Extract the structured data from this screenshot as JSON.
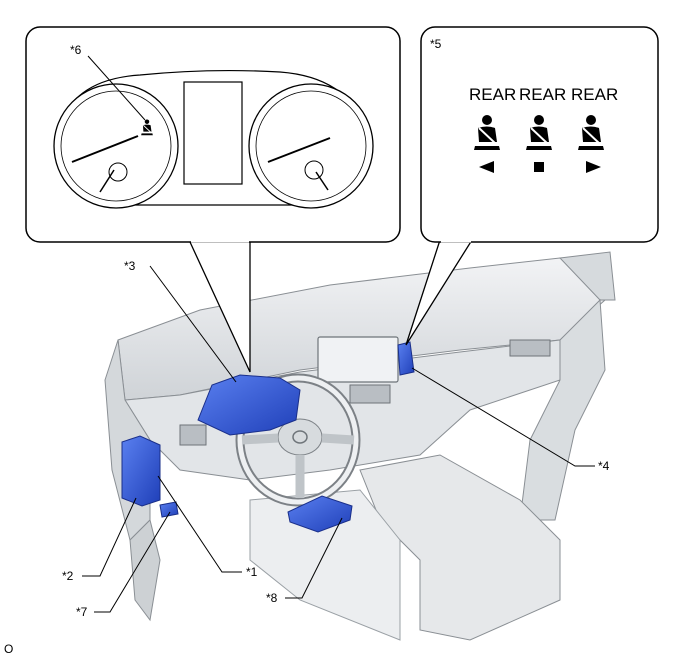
{
  "callouts": {
    "c1": "*1",
    "c2": "*2",
    "c3": "*3",
    "c4": "*4",
    "c5": "*5",
    "c6": "*6",
    "c7": "*7",
    "c8": "*8"
  },
  "rear_labels": [
    "REAR",
    "REAR",
    "REAR"
  ],
  "footer_code": "O",
  "colors": {
    "highlight": "#2f5ae0",
    "interior": "#e4e6e8",
    "outline": "#000000"
  },
  "icons": [
    "seatbelt-reminder-icon",
    "rear-seatbelt-left-icon",
    "rear-seatbelt-center-icon",
    "rear-seatbelt-right-icon"
  ]
}
